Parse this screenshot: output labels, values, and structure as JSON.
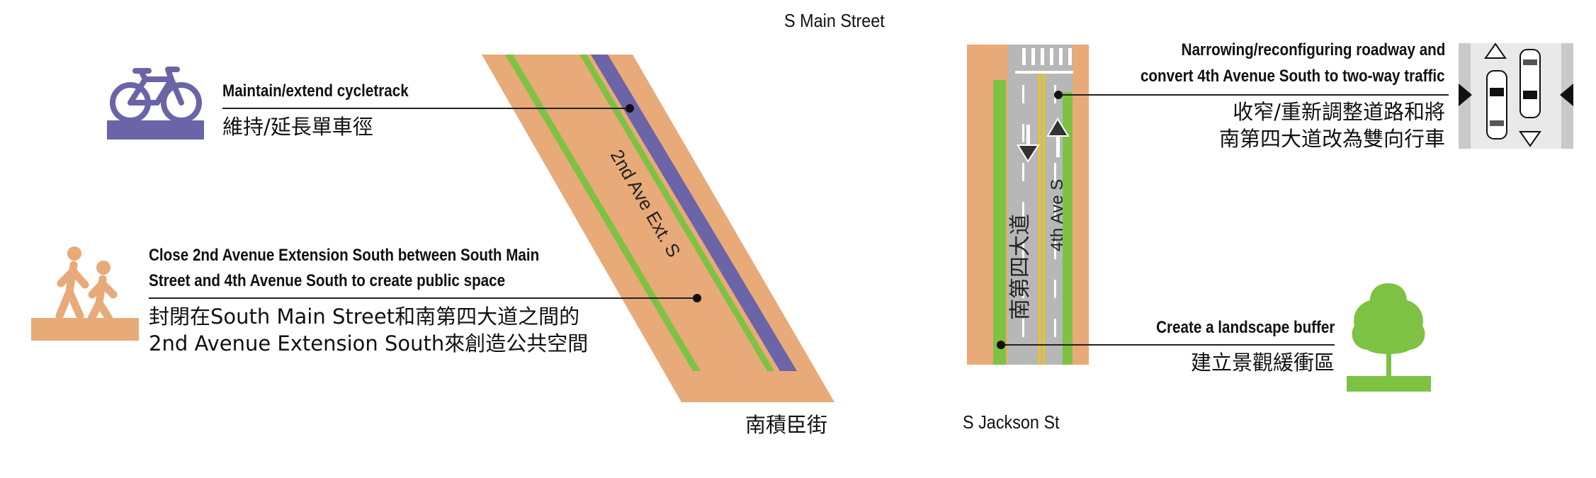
{
  "streets": {
    "top": "S Main Street",
    "bottom_left_zh": "南積臣街",
    "bottom_right": "S Jackson St",
    "ext_road": "2nd Ave Ext. S",
    "fourth_en": "4th Ave S",
    "fourth_zh": "南第四大道"
  },
  "callouts": {
    "cycletrack": {
      "en": "Maintain/extend cycletrack",
      "zh": "維持/延長單車徑"
    },
    "public_space": {
      "en_line1": "Close 2nd Avenue Extension South between South Main",
      "en_line2": "Street and 4th Avenue South to create public space",
      "zh_line1": "封閉在South Main Street和南第四大道之間的",
      "zh_line2": "2nd Avenue Extension South來創造公共空間"
    },
    "two_way": {
      "en_line1": "Narrowing/reconfiguring roadway and",
      "en_line2": "convert 4th Avenue South to two-way traffic",
      "zh_line1": "收窄/重新調整道路和將",
      "zh_line2": "南第四大道改為雙向行車"
    },
    "landscape": {
      "en": "Create a landscape buffer",
      "zh": "建立景觀緩衝區"
    }
  },
  "icons": [
    "bicycle-icon",
    "pedestrians-icon",
    "two-way-cars-icon",
    "tree-icon"
  ],
  "colors": {
    "sidewalk": "#E8AA78",
    "bike_green": "#7DC242",
    "bike_purple": "#6B64A8",
    "asphalt": "#B7B7B7",
    "center_yellow": "#F2C500",
    "icon_purple": "#6B64A8",
    "icon_orange": "#E8AA78",
    "icon_green": "#7DC242"
  }
}
